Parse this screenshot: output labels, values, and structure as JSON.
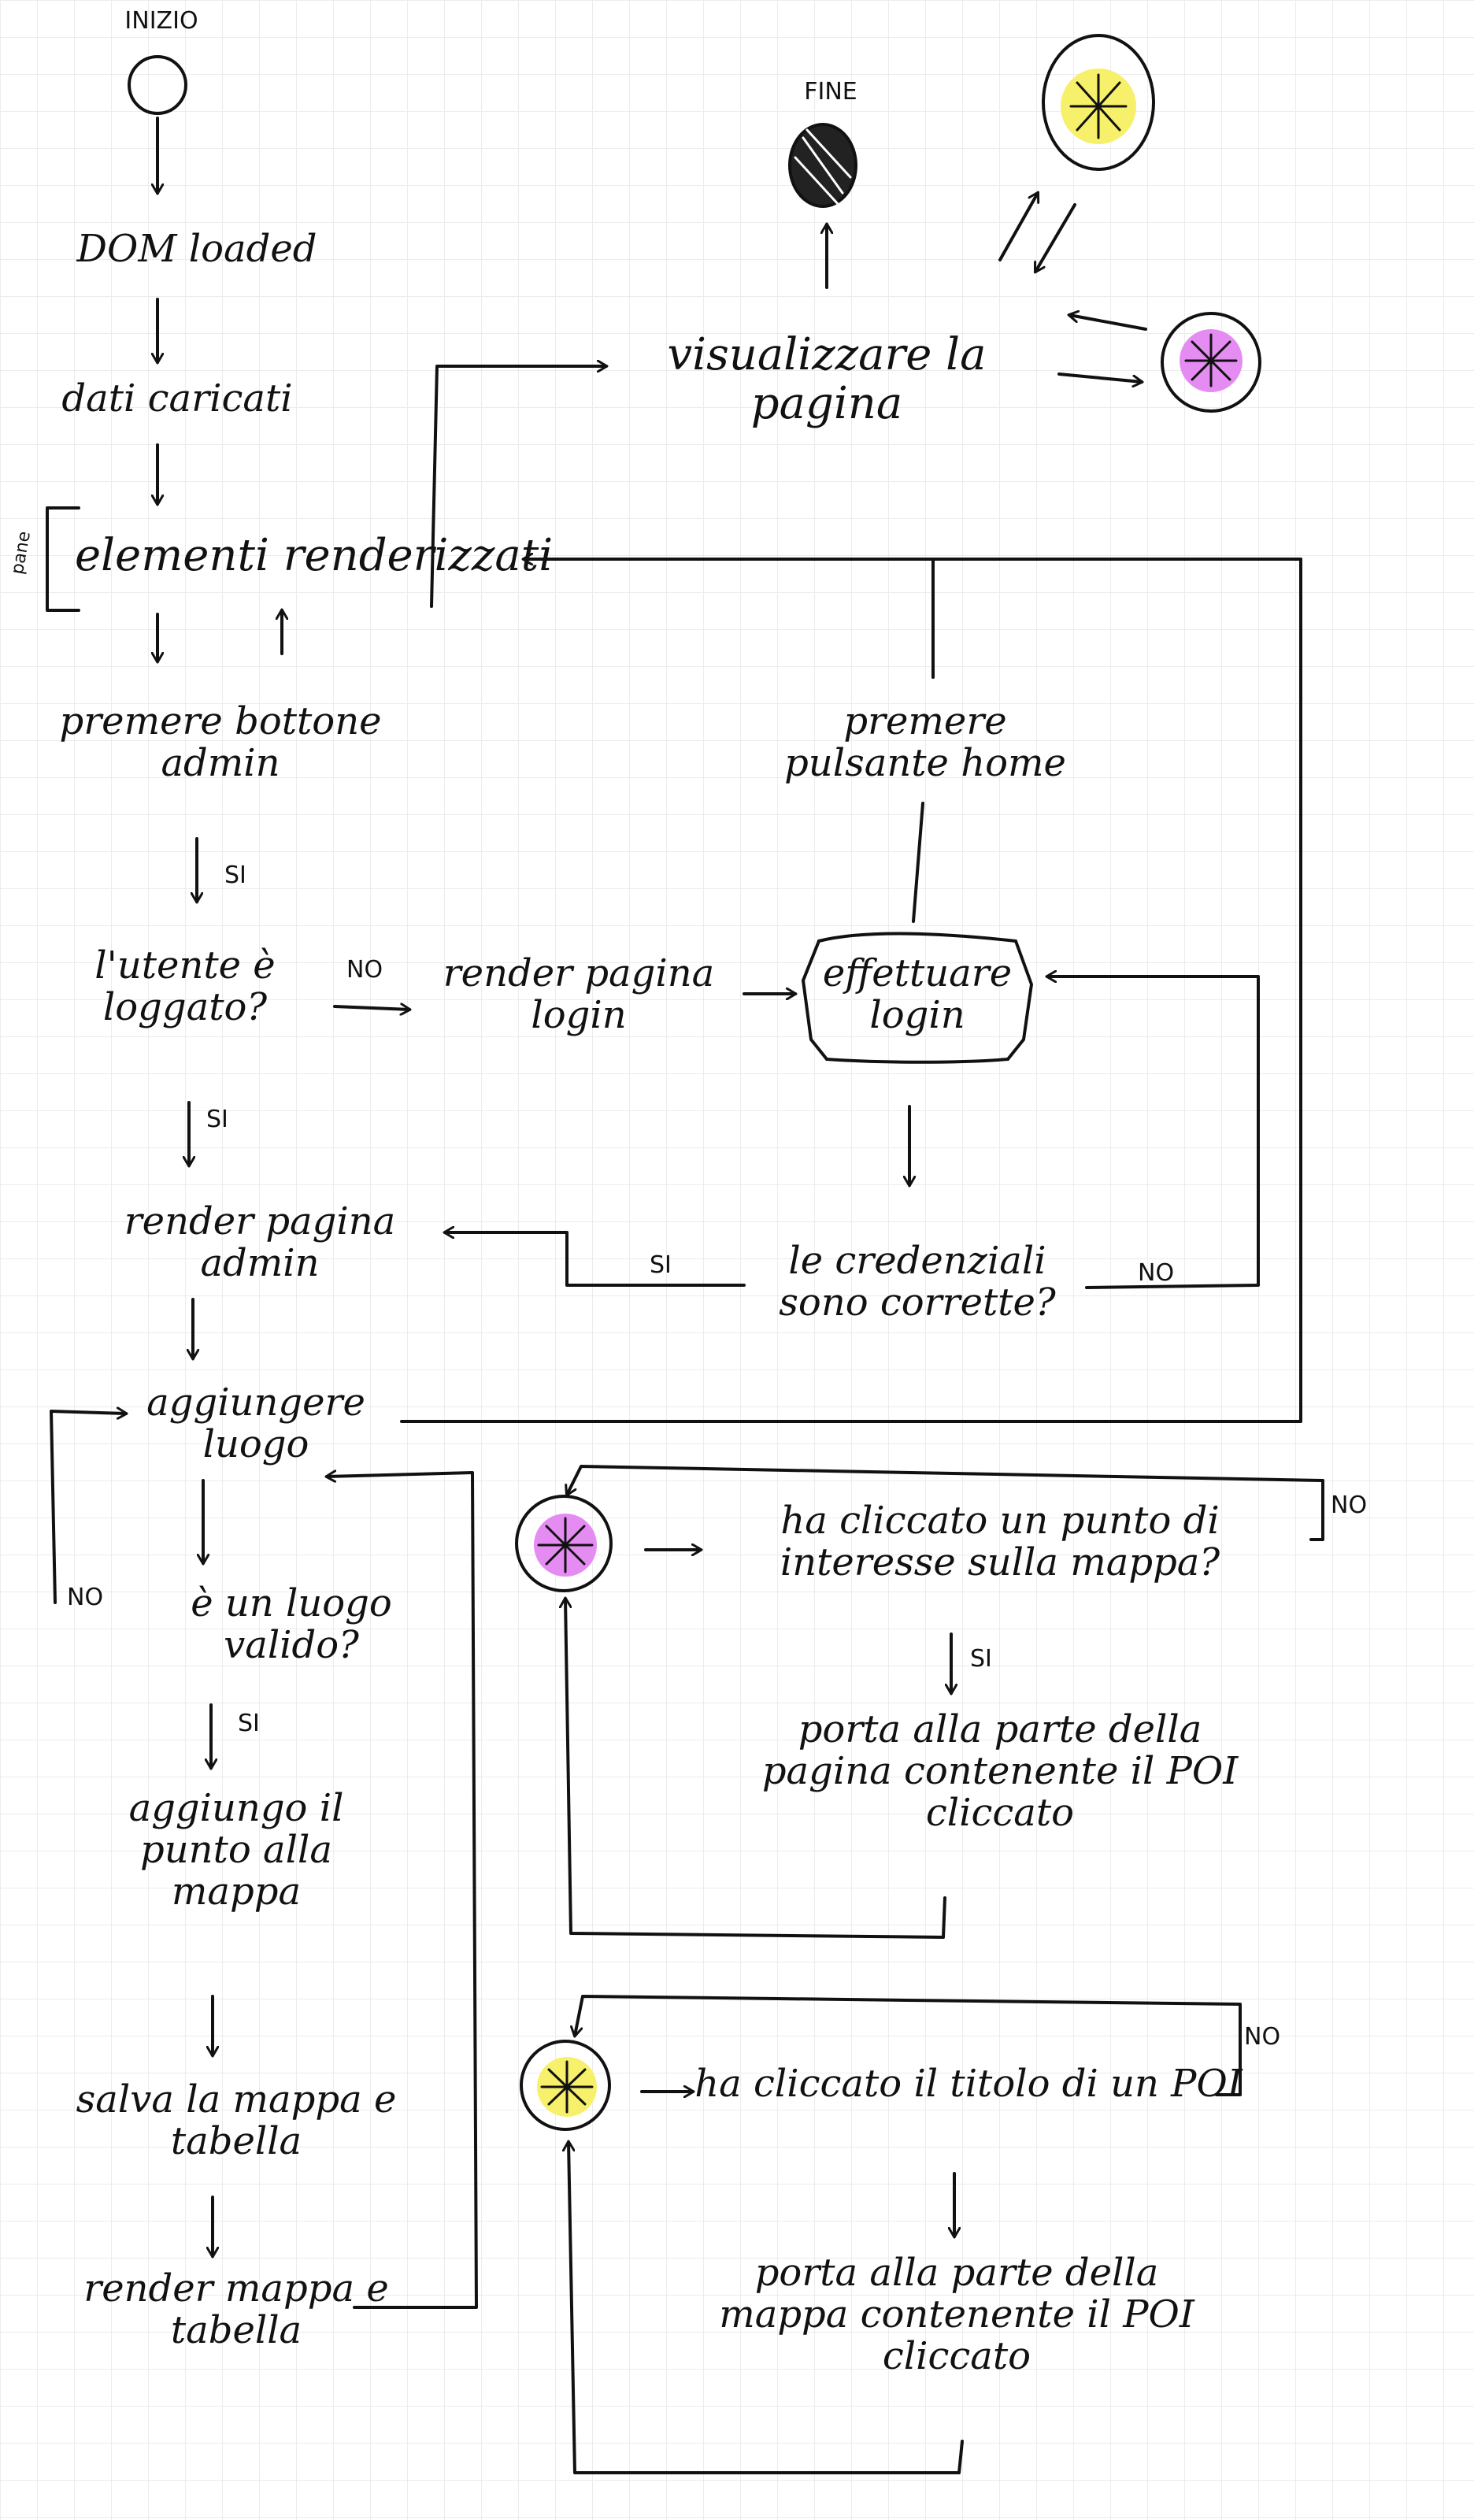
{
  "nodes": {
    "inizio": "INIZIO",
    "fine": "FINE",
    "dom_loaded": "DOM loaded",
    "dati_caricati": "dati caricati",
    "elementi_renderizzati": "elementi renderizzati",
    "pane": "pane",
    "visualizzare": "visualizzare la pagina",
    "premere_admin": "premere bottone admin",
    "utente_loggato": "l'utente è loggato?",
    "render_login": "render pagina login",
    "effettuare_login": "effettuare login",
    "premere_home": "premere pulsante home",
    "render_admin": "render pagina admin",
    "credenziali": "le credenziali sono corrette?",
    "aggiungere_luogo": "aggiungere luogo",
    "luogo_valido": "è un luogo valido?",
    "aggiungo_punto": "aggiungo il punto alla mappa",
    "salva": "salva la mappa e tabella",
    "render_mappa": "render mappa e tabella",
    "cliccato_punto": "ha cliccato un punto di interesse sulla mappa?",
    "porta_pagina": "porta alla parte della pagina contenente il POI cliccato",
    "cliccato_titolo": "ha cliccato il titolo di un POI",
    "porta_mappa": "porta alla parte della mappa contenente il POI cliccato"
  },
  "edge_labels": {
    "si_1": "SI",
    "no_1": "NO",
    "si_2": "SI",
    "si_3": "SI",
    "no_2": "NO",
    "no_3": "NO",
    "si_4": "SI",
    "si_5": "SI",
    "no_4": "NO",
    "no_5": "NO"
  },
  "colors": {
    "ink": "#111111",
    "yellow_fill": "#f7f06a",
    "pink_fill": "#e58cf2",
    "grid": "#ececec"
  }
}
